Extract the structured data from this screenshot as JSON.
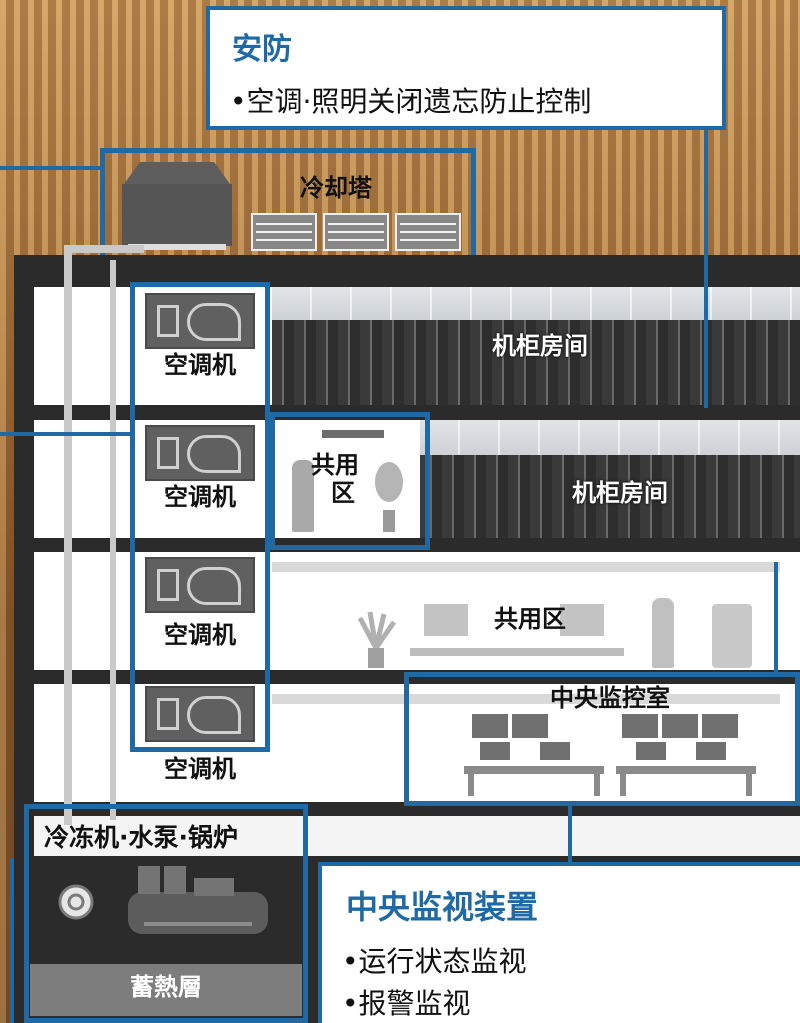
{
  "colors": {
    "accent_blue": "#1f6aa5",
    "building_dark": "#2b2b2b",
    "equipment_grey": "#606060",
    "pipe_grey": "#c9c9c9"
  },
  "callouts": {
    "security": {
      "title": "安防",
      "items": [
        "•空调·照明关闭遗忘防止控制"
      ]
    },
    "central_monitoring": {
      "title": "中央监视装置",
      "items": [
        "•运行状态监视",
        "•报警监视"
      ]
    }
  },
  "labels": {
    "cooling_tower": "冷却塔",
    "server_room_1": "机柜房间",
    "server_room_2": "机柜房间",
    "ahu_1": "空调机",
    "ahu_2": "空调机",
    "ahu_3": "空调机",
    "ahu_4": "空调机",
    "common_area_small": "共用\n区",
    "common_area": "共用区",
    "central_control_room": "中央监控室",
    "plant": "冷冻机·水泵·锅炉",
    "thermal_storage": "蓄熱層"
  },
  "icons": {
    "cooling_tower": "cooling-tower-icon",
    "ahu": "air-handling-unit-icon",
    "chiller": "chiller-icon",
    "pump": "pump-icon"
  }
}
